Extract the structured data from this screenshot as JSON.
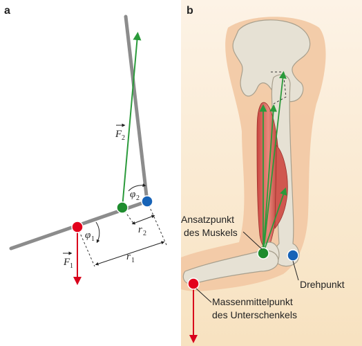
{
  "panels": {
    "a": "a",
    "b": "b"
  },
  "panel_a": {
    "force2": {
      "symbol": "F",
      "sub": "2"
    },
    "force1": {
      "symbol": "F",
      "sub": "1"
    },
    "angle2": {
      "symbol": "φ",
      "sub": "2"
    },
    "angle1": {
      "symbol": "φ",
      "sub": "1"
    },
    "lever2": {
      "symbol": "r",
      "sub": "2"
    },
    "lever1": {
      "symbol": "r",
      "sub": "1"
    }
  },
  "panel_b": {
    "insertion_label_line1": "Ansatzpunkt",
    "insertion_label_line2": "des Muskels",
    "pivot_label": "Drehpunkt",
    "com_label_line1": "Massenmittelpunkt",
    "com_label_line2": "des Unterschenkels"
  },
  "colors": {
    "point_red": "#e3001b",
    "point_green": "#1e8c2e",
    "point_blue": "#1763b7",
    "force_green": "#2a9a3a",
    "force_red": "#d8001b",
    "bar_gray": "#8c8c8c",
    "skin": "#f2c9a5",
    "bone": "#e6e1d4",
    "muscle": "#d0574f",
    "background_b": "#fbecd3"
  }
}
